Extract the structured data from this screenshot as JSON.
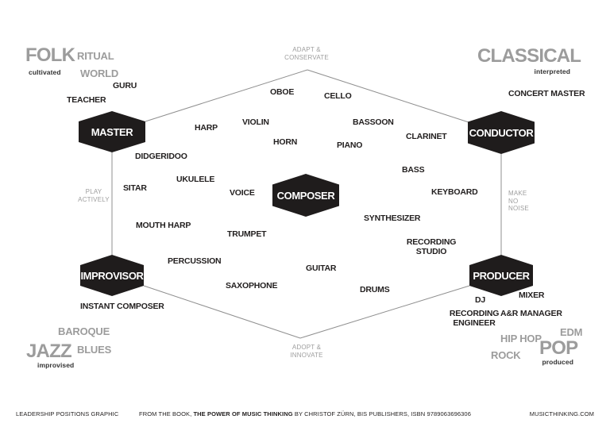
{
  "corners": {
    "folk": {
      "title": "FOLK",
      "descriptor": "cultivated",
      "tag1": "RITUAL",
      "tag2": "WORLD"
    },
    "classical": {
      "title": "CLASSICAL",
      "descriptor": "interpreted"
    },
    "jazz": {
      "title": "JAZZ",
      "descriptor": "improvised",
      "tag1": "BAROQUE",
      "tag2": "BLUES"
    },
    "pop": {
      "title": "POP",
      "descriptor": "produced",
      "tag1": "HIP HOP",
      "tag2": "EDM",
      "tag3": "ROCK"
    }
  },
  "nodes": {
    "master": "MASTER",
    "conductor": "CONDUCTOR",
    "composer": "COMPOSER",
    "improvisor": "IMPROVISOR",
    "producer": "PRODUCER"
  },
  "edges": {
    "top": {
      "line1": "ADAPT &",
      "line2": "CONSERVATE"
    },
    "bottom": {
      "line1": "ADOPT &",
      "line2": "INNOVATE"
    },
    "left": {
      "line1": "PLAY",
      "line2": "ACTIVELY"
    },
    "right": {
      "line1": "MAKE",
      "line2": "NO",
      "line3": "NOISE"
    }
  },
  "roles": {
    "guru": "GURU",
    "teacher": "TEACHER",
    "concert_master": "CONCERT MASTER",
    "instant_composer": "INSTANT COMPOSER",
    "dj": "DJ",
    "mixer": "MIXER",
    "recording_engineer_line1": "RECORDING",
    "recording_engineer_line2": "ENGINEER",
    "ar_manager": "A&R MANAGER"
  },
  "instruments": {
    "oboe": "OBOE",
    "cello": "CELLO",
    "harp": "HARP",
    "violin": "VIOLIN",
    "horn": "HORN",
    "piano": "PIANO",
    "bassoon": "BASSOON",
    "clarinet": "CLARINET",
    "didgeridoo": "DIDGERIDOO",
    "ukulele": "UKULELE",
    "sitar": "SITAR",
    "voice": "VOICE",
    "bass": "BASS",
    "keyboard": "KEYBOARD",
    "mouth_harp": "MOUTH HARP",
    "synthesizer": "SYNTHESIZER",
    "trumpet": "TRUMPET",
    "recording_studio_line1": "RECORDING",
    "recording_studio_line2": "STUDIO",
    "percussion": "PERCUSSION",
    "guitar": "GUITAR",
    "saxophone": "SAXOPHONE",
    "drums": "DRUMS"
  },
  "footer": {
    "left": "LEADERSHIP POSITIONS GRAPHIC",
    "center_prefix": "FROM THE BOOK, ",
    "center_bold": "THE POWER OF MUSIC THINKING",
    "center_suffix": " BY CHRISTOF ZÜRN, BIS PUBLISHERS, ISBN 9789063696306",
    "right": "MUSICTHINKING.COM"
  },
  "colors": {
    "ink": "#1f1c1c",
    "genre_gray": "#9c9c9c",
    "line_gray": "#8f8f8f"
  }
}
